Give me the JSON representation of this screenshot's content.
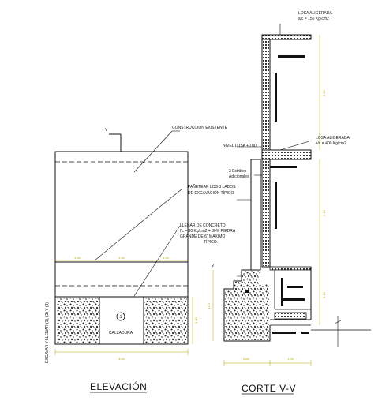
{
  "titles": {
    "elevation": "ELEVACIÓN",
    "section": "CORTE V-V"
  },
  "notes": {
    "losa_top_1": "LOSA ALIGERADA",
    "losa_top_2": "s/c = 150 Kg/cm2",
    "construccion": "CONSTRUCCIÓN EXISTENTE",
    "nivel_losa": "NIVEL LOSA +0.00",
    "losa_mid_1": "LOSA ALIGERADA",
    "losa_mid_2": "s/c = 400 Kg/cm2",
    "estribos_1": "3 Estribos",
    "estribos_2": "Adicionales",
    "panetear_1": "PAÑETEAR LOS 3 LADOS",
    "panetear_2": "DE EXCAVACIÓN TÍPICO",
    "llenar_1": "LLENAR DE CONCRETO",
    "llenar_2": "f'c = 80 Kg/cm2 + 30% PIEDRA",
    "llenar_3": "GRANDE DE 6\" MÁXIMO",
    "llenar_4": "TÍPICO.",
    "calzadura": "CALZADURA",
    "vertical_note": "EXCAVAR Y LLENAR (1), (2) Y (3)"
  },
  "markers": {
    "cut_left": "V",
    "cut_right": "V",
    "circle_num": "1"
  },
  "dimensions": {
    "elev_top_1": "1.00",
    "elev_top_2": "1.00",
    "elev_top_3": "1.00",
    "elev_bottom": "3.00",
    "elev_height": "1.00",
    "sec_total": "1.00",
    "sec_bottom_1": "0.60",
    "sec_bottom_2": "1.00",
    "sec_right_1": "2.60",
    "sec_right_2": "2.40",
    "sec_right_3": "0.40"
  },
  "colors": {
    "line": "#111111",
    "dimension": "#b8a400",
    "hatch": "#222222"
  }
}
